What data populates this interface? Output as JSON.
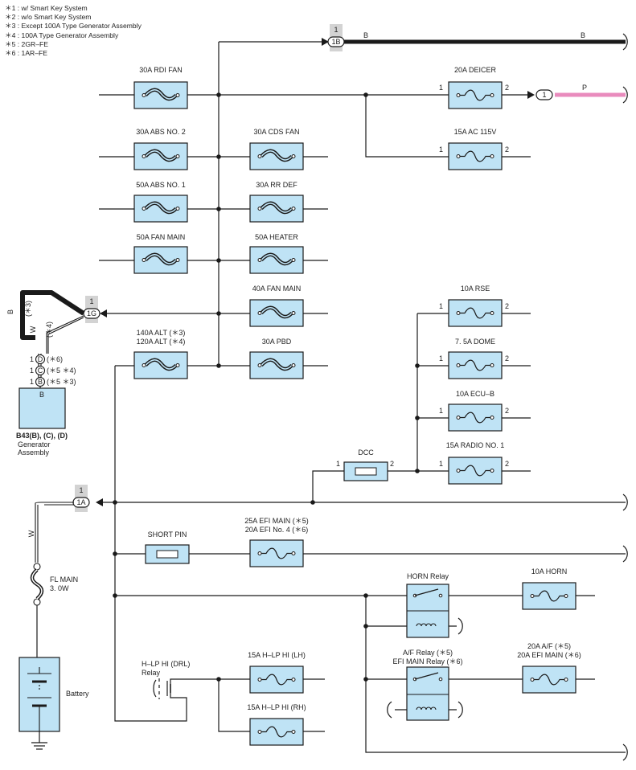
{
  "notes": [
    "＊1 : w/ Smart Key System",
    "＊2 : w/o Smart Key System",
    "＊3 : Except 100A Type Generator Assembly",
    "＊4 : 100A Type Generator Assembly",
    "＊5 : 2GR–FE",
    "＊6 : 1AR–FE"
  ],
  "fusible_links": {
    "rdi_fan": "30A RDI FAN",
    "abs_no2": "30A ABS NO. 2",
    "cds_fan": "30A CDS FAN",
    "abs_no1": "50A ABS NO. 1",
    "rr_def": "30A RR DEF",
    "fan_main_50": "50A FAN MAIN",
    "heater": "50A HEATER",
    "fan_main_40": "40A FAN MAIN",
    "alt_1": "140A ALT (＊3)",
    "alt_2": "120A ALT (＊4)",
    "pbd": "30A PBD"
  },
  "fuses": {
    "deicer": "20A DEICER",
    "ac115": "15A AC 115V",
    "rse": "10A RSE",
    "dome": "7. 5A DOME",
    "ecu_b": "10A ECU–B",
    "radio": "15A RADIO NO. 1",
    "dcc": "DCC",
    "short_pin": "SHORT PIN",
    "efi_1": "25A EFI MAIN (＊5)",
    "efi_2": "20A EFI No. 4 (＊6)",
    "horn": "10A HORN",
    "af_1": "20A A/F (＊5)",
    "af_2": "20A EFI MAIN (＊6)",
    "hlp_lh": "15A H–LP HI (LH)",
    "hlp_rh": "15A H–LP HI (RH)"
  },
  "pins": {
    "one": "1",
    "two": "2"
  },
  "connectors": {
    "c1b": "1B",
    "c1g": "1G",
    "c1a": "1A",
    "c1": "1",
    "pin_d": "D",
    "pin_c": "C",
    "pin_b": "B",
    "note_d": "(＊6)",
    "note_c": "(＊5 ＊4)",
    "note_b": "(＊5 ＊3)"
  },
  "wires": {
    "b": "B",
    "p": "P",
    "w": "W",
    "n3": "(＊3)",
    "n4": "(＊4)"
  },
  "generator": {
    "terminal": "B",
    "name": "B43(B), (C), (D)",
    "line1": "Generator",
    "line2": "Assembly"
  },
  "fl_main": {
    "line1": "FL MAIN",
    "line2": "3. 0W"
  },
  "battery": "Battery",
  "relays": {
    "horn": "HORN Relay",
    "af_1": "A/F Relay (＊5)",
    "af_2": "EFI MAIN Relay (＊6)",
    "hlp_1": "H–LP HI (DRL)",
    "hlp_2": "Relay"
  },
  "colors": {
    "wire": "#1a1a1a",
    "fuse_box": "#bfe3f5",
    "pink_wire": "#e98bbd",
    "connector_tag": "#d3d3d3"
  }
}
